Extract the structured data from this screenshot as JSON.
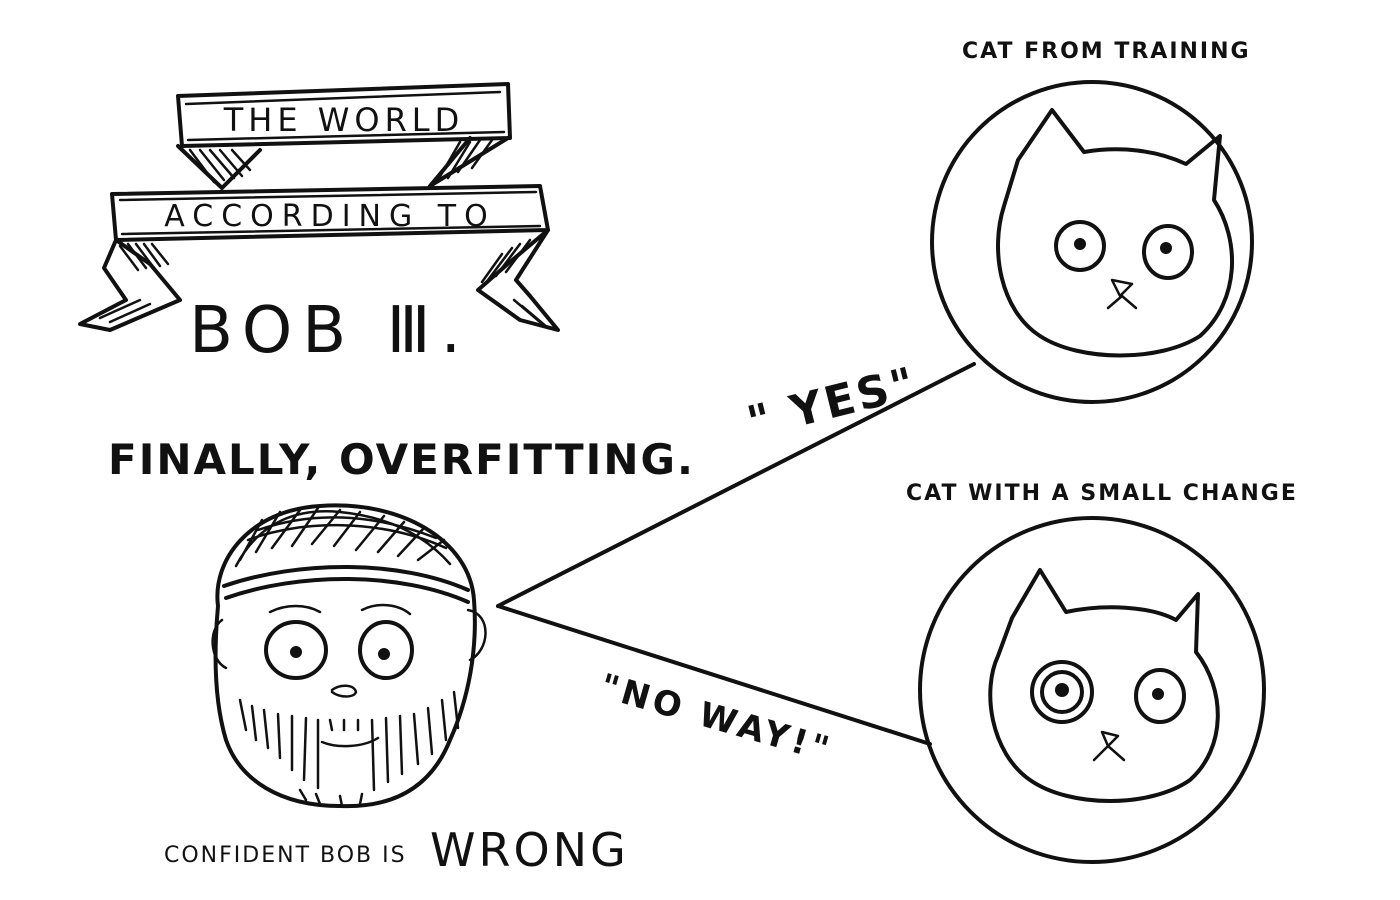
{
  "banner": {
    "line1": "THE WORLD",
    "line2": "ACCORDING TO",
    "line3": "BOB Ⅲ."
  },
  "headline": "FINALLY, OVERFITTING.",
  "bob_caption": {
    "prefix": "CONFIDENT BOB IS",
    "emphasis": "WRONG"
  },
  "answers": {
    "yes": "\" YES\"",
    "no": "\"NO WAY!\""
  },
  "cats": [
    {
      "caption": "CAT FROM TRAINING"
    },
    {
      "caption": "CAT WITH A SMALL CHANGE"
    }
  ],
  "colors": {
    "ink": "#111111",
    "paper": "#ffffff"
  }
}
